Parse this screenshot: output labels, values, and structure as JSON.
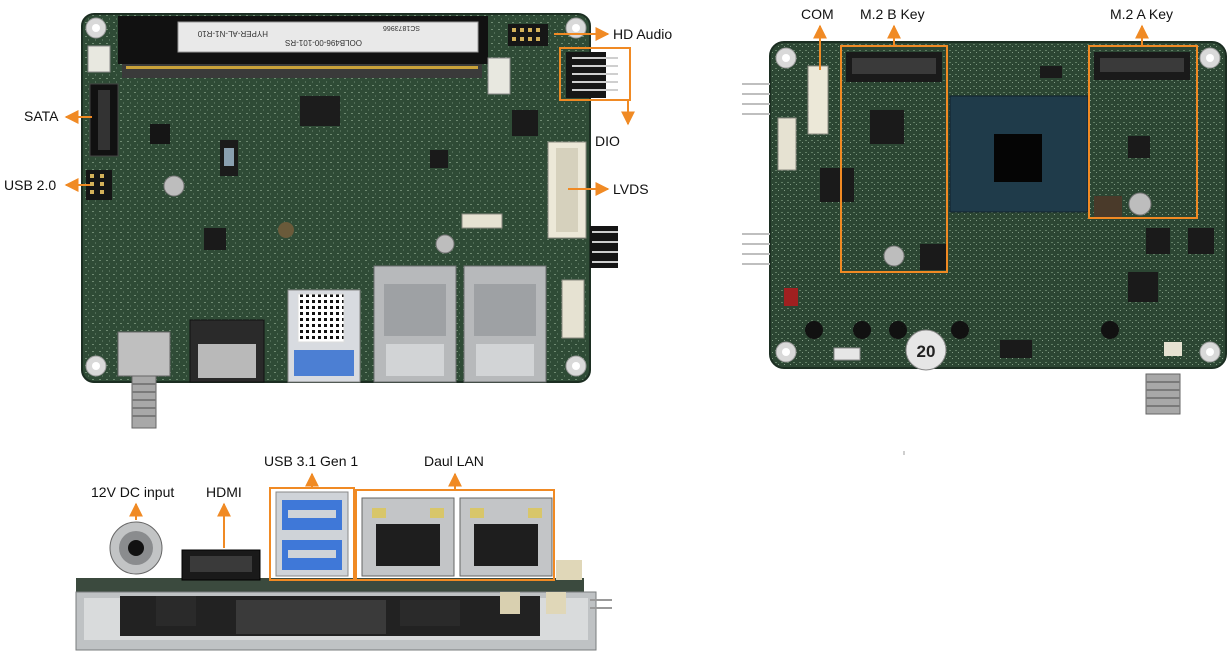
{
  "photos": {
    "top_board": "board-top-view",
    "bottom_board": "board-bottom-view",
    "io_panel": "board-io-side-view"
  },
  "top_view": {
    "labels": {
      "hd_audio": "HD Audio",
      "dio": "DIO",
      "lvds": "LVDS",
      "sata": "SATA",
      "usb2": "USB 2.0"
    },
    "silkscreen": {
      "sodimm_line1": "HYPER-AL-N1-R10",
      "sodimm_line2": "OOLB496-00-101-RS",
      "sodimm_line3": "SC1873966"
    }
  },
  "bottom_view": {
    "labels": {
      "com": "COM",
      "m2_b_key": "M.2 B Key",
      "m2_a_key": "M.2 A Key"
    },
    "badge": "20"
  },
  "io_view": {
    "labels": {
      "dc_input": "12V DC input",
      "hdmi": "HDMI",
      "usb31": "USB 3.1 Gen 1",
      "lan": "Daul LAN"
    }
  },
  "colors": {
    "callout": "#f08a24",
    "pcb": "#2f4b36",
    "pcb_dark": "#1f3326",
    "metal": "#c9cbcc"
  }
}
